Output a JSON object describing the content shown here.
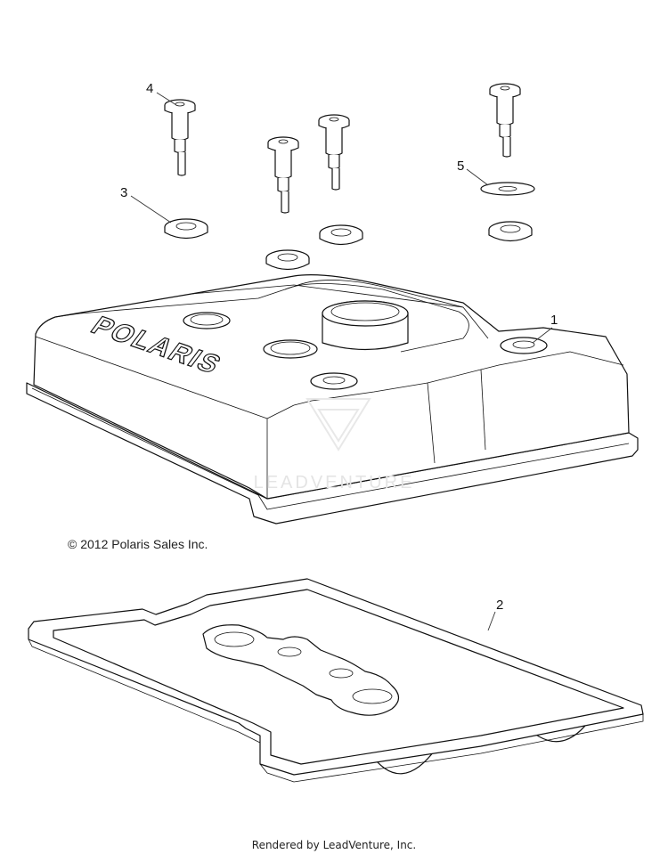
{
  "diagram": {
    "callouts": [
      {
        "id": "1",
        "label": "1"
      },
      {
        "id": "2",
        "label": "2"
      },
      {
        "id": "3",
        "label": "3"
      },
      {
        "id": "4",
        "label": "4"
      },
      {
        "id": "5",
        "label": "5"
      }
    ],
    "copyright": "© 2012 Polaris Sales Inc.",
    "footer": "Rendered by LeadVenture, Inc.",
    "cover_logo_text": "POLARIS",
    "watermark_text": "LEADVENTURE"
  }
}
